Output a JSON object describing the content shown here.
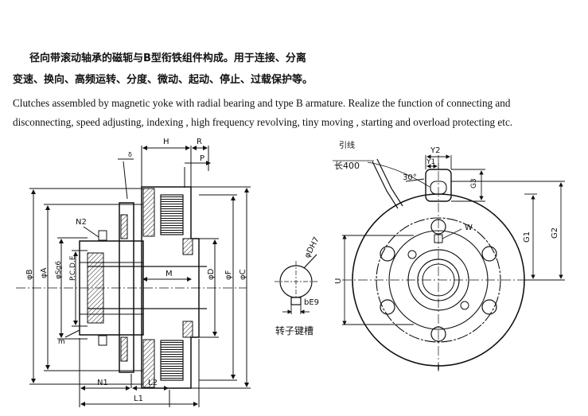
{
  "description": {
    "cn_line1": "径向带滚动轴承的磁轭与B型衔铁组件构成。用于连接、分离",
    "cn_line2": "变速、换向、高频运转、分度、微动、起动、停止、过载保护等。",
    "en_line1": "Clutches assembled by magnetic yoke with radial bearing and type B armature. Realize the function of connecting and",
    "en_line2": "disconnecting, speed adjusting, indexing , high frequency revolving, tiny moving , starting and overload protecting etc."
  },
  "side_view": {
    "labels": {
      "H": "H",
      "R": "R",
      "P": "P",
      "delta": "δ",
      "N2": "N2",
      "phiB": "φB",
      "phiA": "φA",
      "phiSg6": "φSg6",
      "pcd": "P.C.D.E",
      "M": "M",
      "phiD": "φD",
      "phiF": "φF",
      "phiC": "φC",
      "m": "m",
      "N1": "N1",
      "L2": "L2",
      "L1": "L1"
    }
  },
  "keyway_view": {
    "labels": {
      "phiDH7": "φDH7",
      "bE9": "bE9",
      "caption": "转子键槽"
    }
  },
  "front_view": {
    "labels": {
      "lead_wire": "引线",
      "length": "长400",
      "angle": "30°",
      "Y2": "Y2",
      "Y1": "Y1",
      "G3": "G3",
      "G1": "G1",
      "G2": "G2",
      "W": "W",
      "U": "U"
    }
  }
}
